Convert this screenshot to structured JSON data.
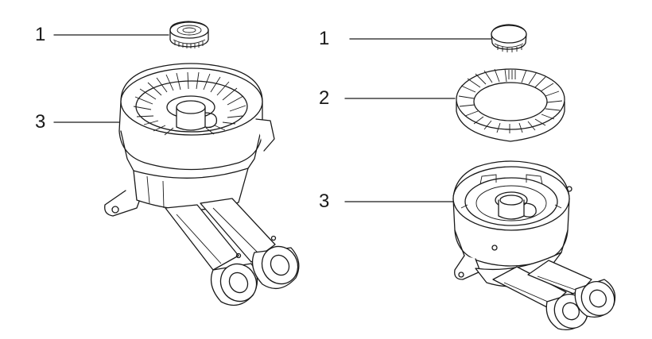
{
  "callouts": {
    "left_1": "1",
    "left_3": "3",
    "right_1": "1",
    "right_2": "2",
    "right_3": "3"
  },
  "colors": {
    "line": "#1a1a1a",
    "background": "#ffffff",
    "shade": "#e9e9e9"
  }
}
